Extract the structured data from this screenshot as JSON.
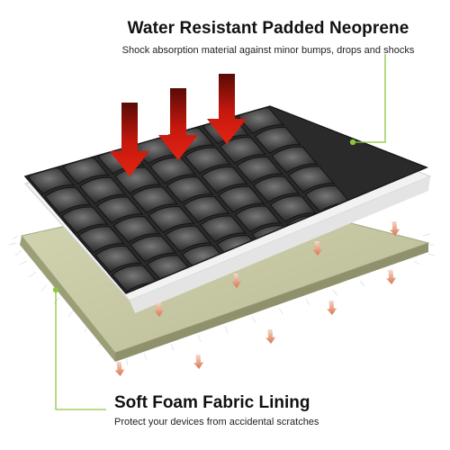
{
  "callouts": {
    "top": {
      "title": "Water Resistant Padded Neoprene",
      "subtitle": "Shock absorption material against minor bumps, drops and shocks"
    },
    "bottom": {
      "title": "Soft Foam Fabric Lining",
      "subtitle": "Protect your devices from accidental scratches"
    }
  },
  "colors": {
    "neoprene": "#3a3a3a",
    "neoprene_highlight": "#6b6b6b",
    "foam": "#c9caa6",
    "foam_edge": "#9ea07a",
    "accent_line": "#8dc63f",
    "arrow_red": "#c0140c",
    "arrow_orange": "#e08a6a"
  },
  "icons": {
    "impact_arrows": "down-arrow-icon",
    "dispersion_arrows": "small-down-arrow-icon"
  }
}
